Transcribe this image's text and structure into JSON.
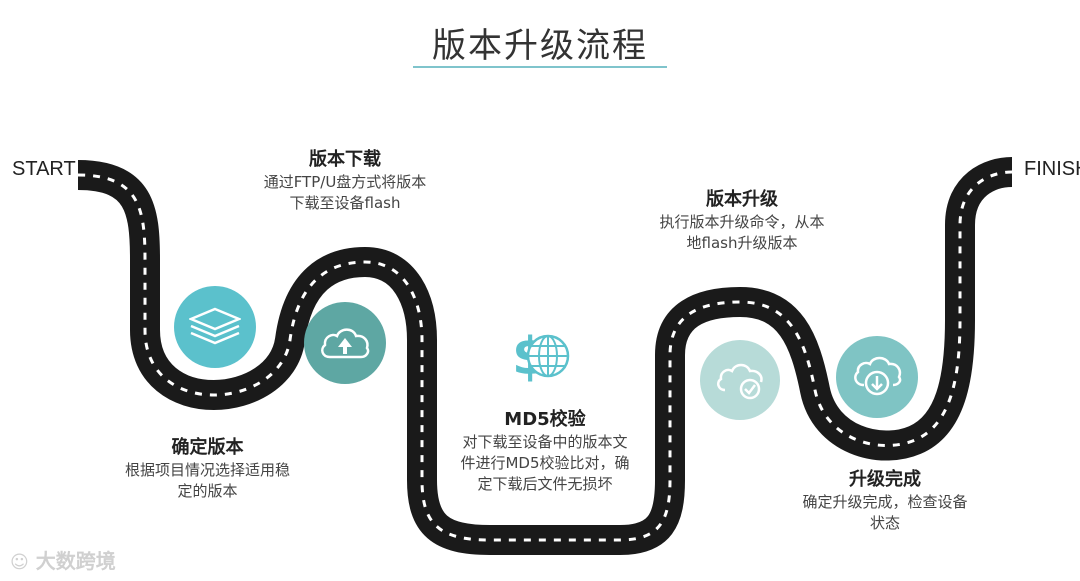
{
  "title": "版本升级流程",
  "start_label": "START",
  "finish_label": "FINISH",
  "stages": [
    {
      "title": "版本下载",
      "desc_lines": [
        "通过FTP/U盘方式将版本",
        "下载至设备flash"
      ]
    },
    {
      "title": "确定版本",
      "desc_lines": [
        "根据项目情况选择适用稳",
        "定的版本"
      ]
    },
    {
      "title": "MD5校验",
      "desc_lines": [
        "对下载至设备中的版本文",
        "件进行MD5校验比对，确",
        "定下载后文件无损坏"
      ]
    },
    {
      "title": "版本升级",
      "desc_lines": [
        "执行版本升级命令，从本",
        "地flash升级版本"
      ]
    },
    {
      "title": "升级完成",
      "desc_lines": [
        "确定升级完成，检查设备",
        "状态"
      ]
    }
  ],
  "icons": {
    "layers": "layers-icon",
    "cloud_upload": "cloud-upload-icon",
    "globe_dollar": "globe-dollar-icon",
    "cloud_check": "cloud-check-icon",
    "cloud_download": "cloud-download-icon"
  },
  "colors": {
    "road": "#1a1a1a",
    "road_dash": "#ffffff",
    "teal_light": "#5bc1cc",
    "teal_dark": "#5ea7a3",
    "teal_pale": "#b7dbd8",
    "teal_mid": "#7fc4c4",
    "accent_rule": "#7fc4cc"
  },
  "watermark": "大数跨境"
}
